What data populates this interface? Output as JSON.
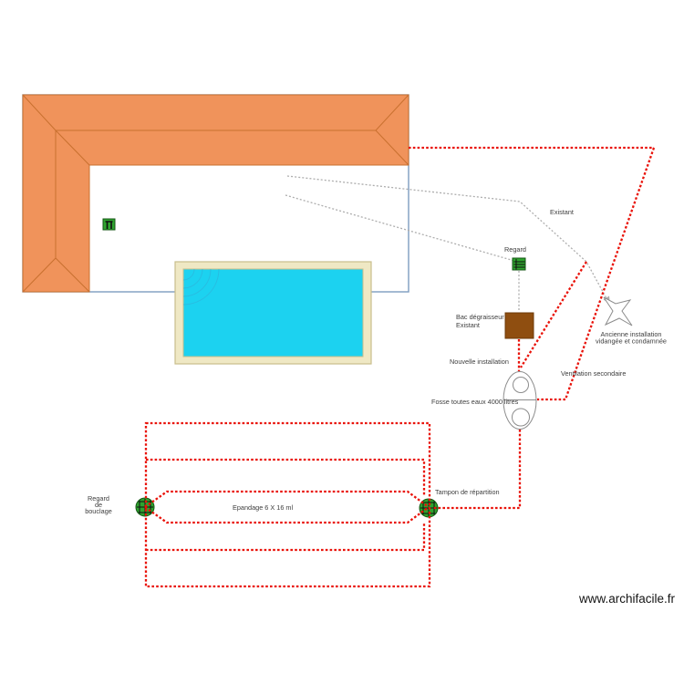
{
  "watermark": "www.archifacile.fr",
  "colors": {
    "roof_fill": "#F0935B",
    "roof_line": "#C8702F",
    "wall_line": "#7D9CC0",
    "pool_deck": "#EFE8C4",
    "pool_deck_line": "#C9BE8C",
    "pool_water": "#1CD2F0",
    "pool_ripple": "#2FB0D8",
    "pipe_new": "#E91209",
    "pipe_old": "#ADADAD",
    "green_fixture": "#2EA32E",
    "fixture_line": "#101010",
    "bac_fill": "#8F4E10",
    "bac_line": "#6E3A08",
    "tank_line": "#8C8C8C",
    "label_text": "#3D3D3D",
    "watermark_text": "#141414"
  },
  "labels": {
    "existant": "Existant",
    "regard": "Regard",
    "bac_line1": "Bac dégraisseur",
    "bac_line2": "Existant",
    "nouvelle": "Nouvelle installation",
    "ventilation": "Ventilation secondaire",
    "fosse": "Fosse toutes eaux 4000 litres",
    "ancienne_line1": "Ancienne installation",
    "ancienne_line2": "vidangée et condamnée",
    "tampon": "Tampon de répartition",
    "bouclage_line1": "Regard",
    "bouclage_line2": "de",
    "bouclage_line3": "bouclage",
    "epandage": "Epandage 6 X 16 ml"
  }
}
